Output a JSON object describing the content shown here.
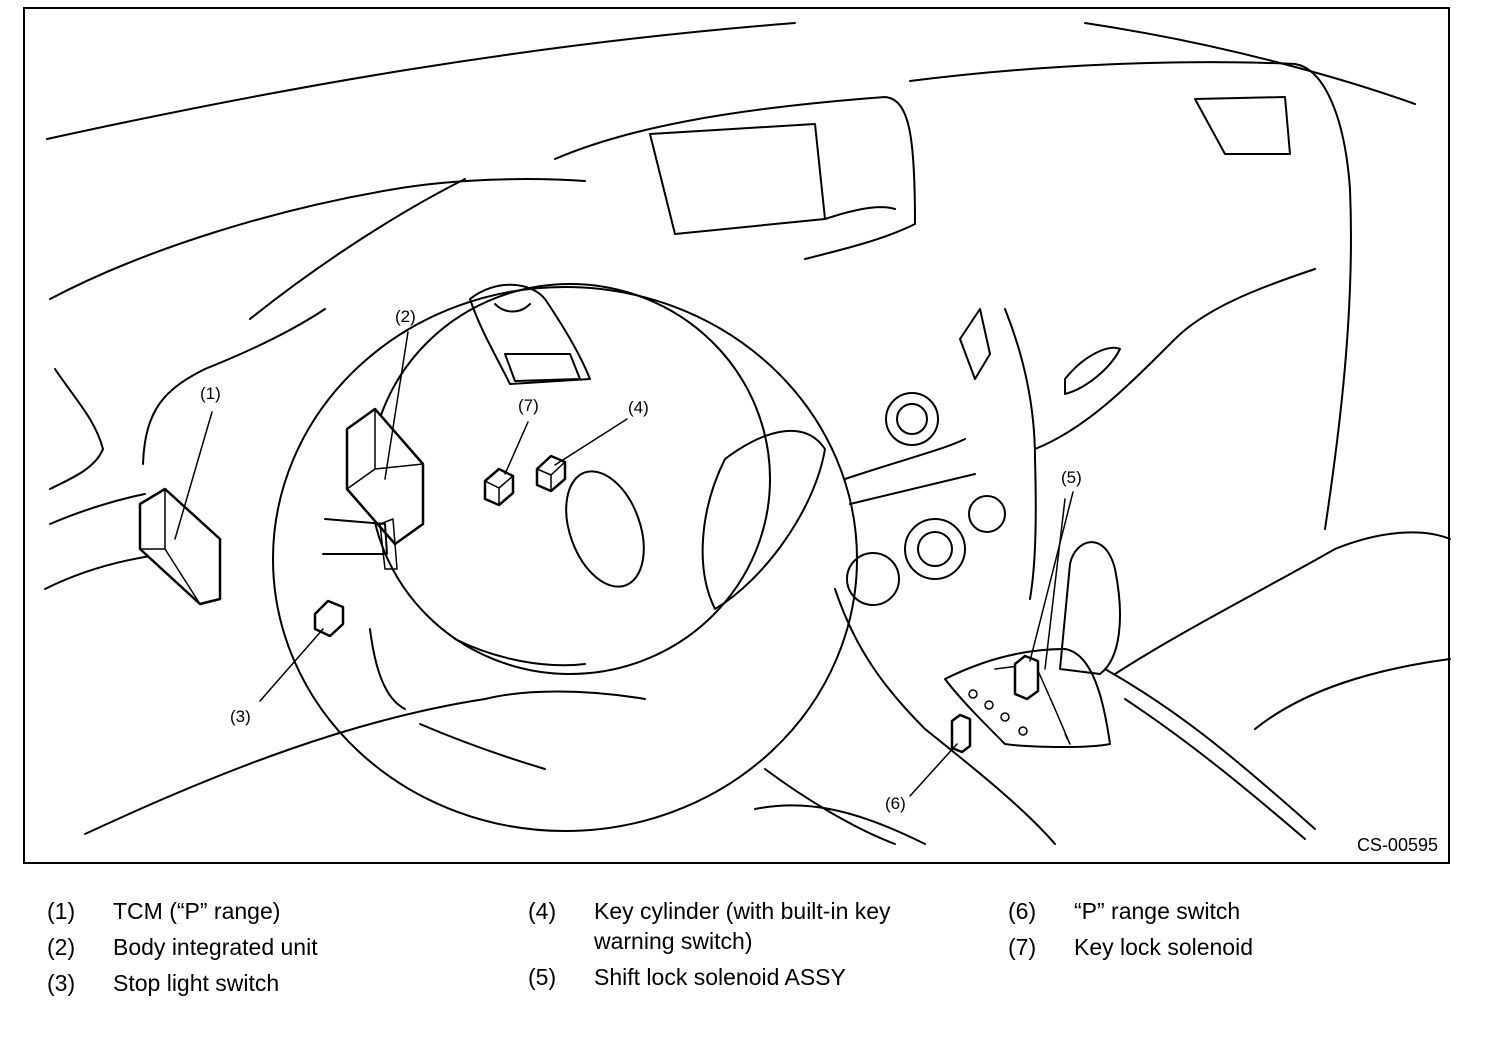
{
  "figure": {
    "code": "CS-00595",
    "callouts": [
      {
        "id": "1",
        "label": "(1)"
      },
      {
        "id": "2",
        "label": "(2)"
      },
      {
        "id": "3",
        "label": "(3)"
      },
      {
        "id": "4",
        "label": "(4)"
      },
      {
        "id": "5",
        "label": "(5)"
      },
      {
        "id": "6",
        "label": "(6)"
      },
      {
        "id": "7",
        "label": "(7)"
      }
    ]
  },
  "legend": [
    {
      "num": "(1)",
      "text": "TCM (“P” range)"
    },
    {
      "num": "(2)",
      "text": "Body integrated unit"
    },
    {
      "num": "(3)",
      "text": "Stop light switch"
    },
    {
      "num": "(4)",
      "text": "Key cylinder (with built-in key warning switch)"
    },
    {
      "num": "(5)",
      "text": "Shift lock solenoid ASSY"
    },
    {
      "num": "(6)",
      "text": "“P” range switch"
    },
    {
      "num": "(7)",
      "text": "Key lock solenoid"
    }
  ]
}
